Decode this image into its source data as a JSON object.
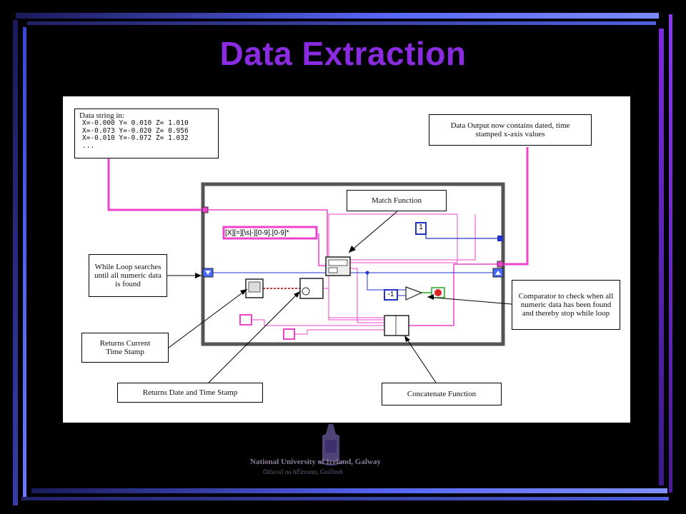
{
  "slide": {
    "title": "Data Extraction"
  },
  "diagram": {
    "data_string": {
      "heading": "Data string in:",
      "lines": [
        "X=-0.000 Y= 0.010 Z= 1.010",
        "X=-0.073 Y=-0.020 Z= 0.956",
        "X=-0.010 Y=-0.072 Z= 1.032",
        "..."
      ]
    },
    "callouts": {
      "data_output": "Data Output now contains dated, time stamped x-axis values",
      "match_function": "Match Function",
      "while_loop": "While Loop searches until all numeric data is found",
      "comparator": "Comparator to check when all numeric data has been found and thereby stop while loop",
      "time_stamp": "Returns Current Time Stamp",
      "date_time": "Returns Date and Time Stamp",
      "concatenate": "Concatenate Function"
    },
    "regex_constant": "[X][=][\\s|-][0-9].[0-9]*",
    "numeric_constant": "-1",
    "small_constant": "1",
    "colors": {
      "string_wire": "#ee44cc",
      "numeric_wire": "#2233cc",
      "loop_border": "#555555"
    }
  },
  "footer": {
    "university": "National University of Ireland, Galway",
    "irish_name": "Ollscoil na hÉireann, Gaillimh"
  }
}
